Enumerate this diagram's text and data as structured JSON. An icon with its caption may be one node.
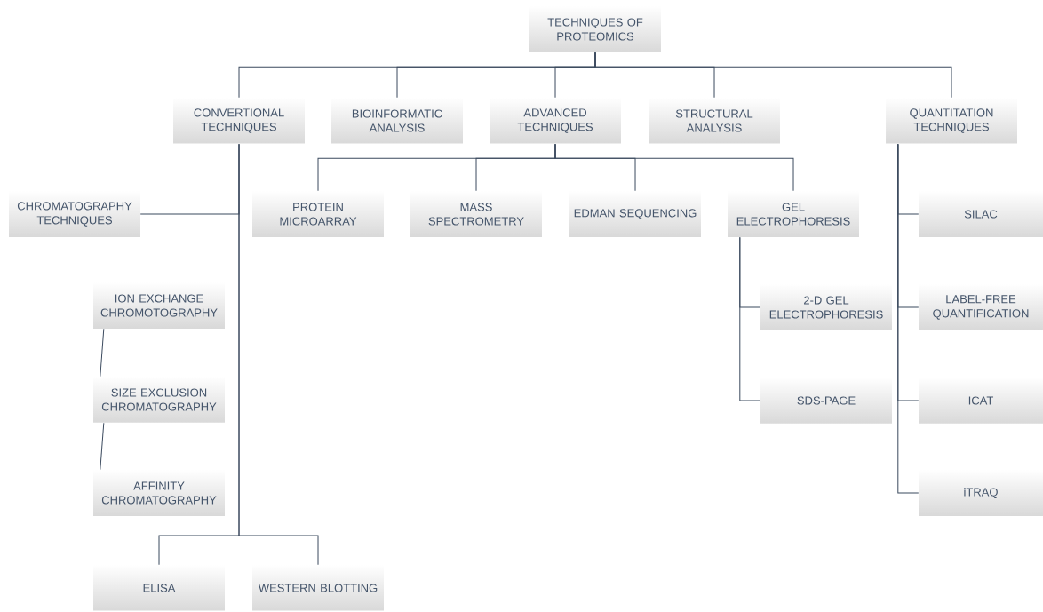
{
  "diagram": {
    "nodes": [
      {
        "text": [
          "TECHNIQUES OF PROTEOMICS"
        ]
      },
      {
        "text": [
          "CONVERTIONAL TECHNIQUES"
        ]
      },
      {
        "text": [
          "BIOINFORMATIC ANALYSIS"
        ]
      },
      {
        "text": [
          "ADVANCED TECHNIQUES"
        ]
      },
      {
        "text": [
          "STRUCTURAL ANALYSIS"
        ]
      },
      {
        "text": [
          "QUANTITATION TECHNIQUES"
        ]
      },
      {
        "text": [
          "CHROMATOGRAPHY TECHNIQUES"
        ]
      },
      {
        "text": [
          "ION EXCHANGE CHROMOTOGRAPHY"
        ]
      },
      {
        "text": [
          "SIZE EXCLUSION CHROMATOGRAPHY"
        ]
      },
      {
        "text": [
          "AFFINITY CHROMATOGRAPHY"
        ]
      },
      {
        "text": [
          "ELISA"
        ]
      },
      {
        "text": [
          "WESTERN BLOTTING"
        ]
      },
      {
        "text": [
          "PROTEIN MICROARRAY"
        ]
      },
      {
        "text": [
          "MASS SPECTROMETRY"
        ]
      },
      {
        "text": [
          "EDMAN SEQUENCING"
        ]
      },
      {
        "text": [
          "GEL ELECTROPHORESIS"
        ]
      },
      {
        "text": [
          "2-D GEL ELECTROPHORESIS"
        ]
      },
      {
        "text": [
          "SDS-PAGE"
        ]
      },
      {
        "text": [
          "SILAC"
        ]
      },
      {
        "text": [
          "LABEL-FREE QUANTIFICATION"
        ]
      },
      {
        "text": [
          "ICAT"
        ]
      },
      {
        "text": [
          "iTRAQ"
        ]
      }
    ],
    "edges": [
      {
        "from": 0,
        "to": 1,
        "arrow": "none"
      },
      {
        "from": 0,
        "to": 2,
        "arrow": "none"
      },
      {
        "from": 0,
        "to": 3,
        "arrow": "none"
      },
      {
        "from": 0,
        "to": 4,
        "arrow": "none"
      },
      {
        "from": 0,
        "to": 5,
        "arrow": "none"
      },
      {
        "from": 1,
        "to": 6,
        "arrow": "none"
      },
      {
        "from": 7,
        "to": 8,
        "arrow": "none"
      },
      {
        "from": 8,
        "to": 9,
        "arrow": "none"
      },
      {
        "from": 1,
        "to": 10,
        "arrow": "none"
      },
      {
        "from": 1,
        "to": 11,
        "arrow": "none"
      },
      {
        "from": 3,
        "to": 12,
        "arrow": "none"
      },
      {
        "from": 3,
        "to": 13,
        "arrow": "none"
      },
      {
        "from": 3,
        "to": 14,
        "arrow": "none"
      },
      {
        "from": 3,
        "to": 15,
        "arrow": "none"
      },
      {
        "from": 15,
        "to": 16,
        "arrow": "none"
      },
      {
        "from": 15,
        "to": 17,
        "arrow": "none"
      },
      {
        "from": 5,
        "to": 18,
        "arrow": "none"
      },
      {
        "from": 5,
        "to": 19,
        "arrow": "none"
      },
      {
        "from": 5,
        "to": 20,
        "arrow": "none"
      },
      {
        "from": 5,
        "to": 21,
        "arrow": "none"
      }
    ]
  }
}
